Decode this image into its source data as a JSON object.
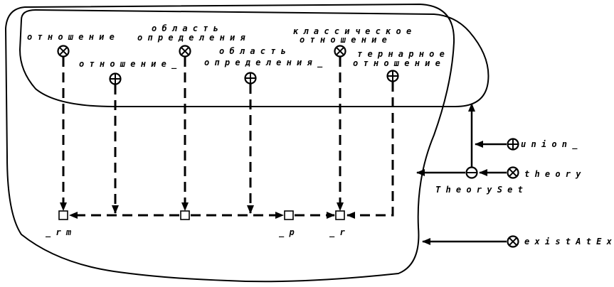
{
  "labels": {
    "relation": "о т н о ш е н и е",
    "domain_a_1": "о б л а с т ь",
    "domain_a_2": "о п р е д е л е н и я",
    "relation_": "о т н о ш е н и е _",
    "domain_b_1": "о б л а с т ь",
    "domain_b_2": "о п р е д е л е н и я _",
    "classical_1": "к л а с с и ч е с к о е",
    "classical_2": "о т н о ш е н и е",
    "ternary_1": "т е р н а р н о е",
    "ternary_2": "о т н о ш е н и е",
    "union": "u n i o n _",
    "theory": "t h e o r y",
    "theoryset": "T h e o r y S e t",
    "existAtExpr": "e x i s t A t E x p r",
    "rm": "_ r m",
    "p": "_ p",
    "r": "_ r"
  },
  "nodes": [
    {
      "name": "relation-node",
      "kind": "cross"
    },
    {
      "name": "relation-underscore-node",
      "kind": "plus"
    },
    {
      "name": "domain-node",
      "kind": "cross"
    },
    {
      "name": "domain-underscore-node",
      "kind": "plus"
    },
    {
      "name": "classical-relation-node",
      "kind": "cross"
    },
    {
      "name": "ternary-relation-node",
      "kind": "plus"
    },
    {
      "name": "union-node",
      "kind": "plus"
    },
    {
      "name": "theory-node",
      "kind": "cross"
    },
    {
      "name": "theoryset-node",
      "kind": "minus"
    },
    {
      "name": "exist-at-expr-node",
      "kind": "cross"
    }
  ]
}
